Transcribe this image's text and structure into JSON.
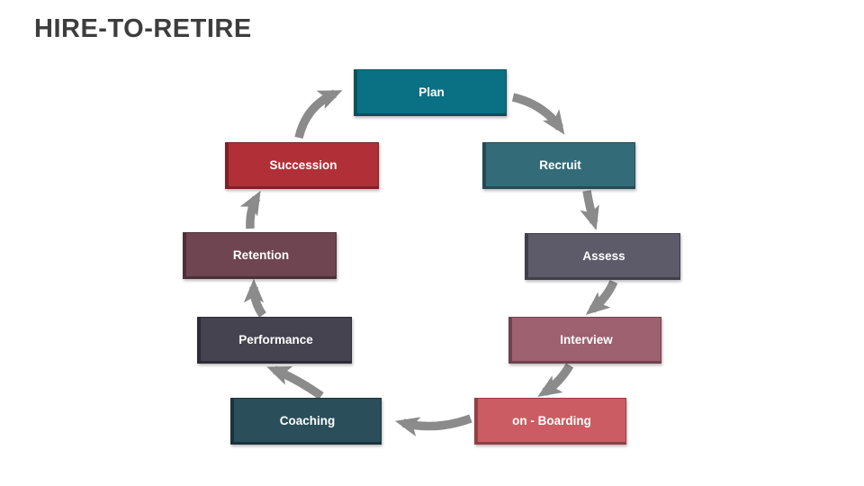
{
  "title": "HIRE-TO-RETIRE",
  "colors": {
    "title_text": "#3d3d3d",
    "arrow": "#8B8B8B",
    "step_text": "#ffffff"
  },
  "diagram": {
    "type": "cycle",
    "direction": "clockwise",
    "steps": [
      {
        "label": "Plan",
        "fill": "#0A7083",
        "edge": "#07505E"
      },
      {
        "label": "Recruit",
        "fill": "#346B79",
        "edge": "#224B56"
      },
      {
        "label": "Assess",
        "fill": "#5D5B69",
        "edge": "#403E4A"
      },
      {
        "label": "Interview",
        "fill": "#9D6170",
        "edge": "#6E434F"
      },
      {
        "label": "on - Boarding",
        "fill": "#CC5C63",
        "edge": "#943F45"
      },
      {
        "label": "Coaching",
        "fill": "#2A4E5A",
        "edge": "#1A333C"
      },
      {
        "label": "Performance",
        "fill": "#454350",
        "edge": "#2D2B35"
      },
      {
        "label": "Retention",
        "fill": "#6F4551",
        "edge": "#4C2F38"
      },
      {
        "label": "Succession",
        "fill": "#B13038",
        "edge": "#7C2127"
      }
    ]
  }
}
